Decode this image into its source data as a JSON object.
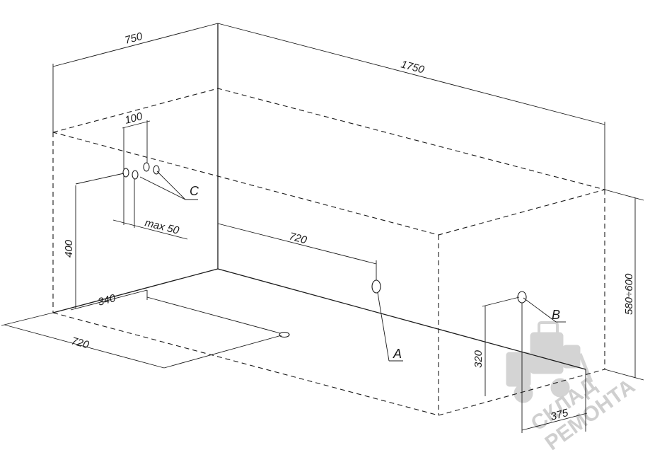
{
  "dimensions": {
    "width": "750",
    "length": "1750",
    "height": "580÷600",
    "pipe_spacing": "100",
    "pipe_offset": "max 50",
    "mixer_height": "400",
    "drain_long": "720",
    "drain_short": "340",
    "side_720": "720",
    "overflow_height": "320",
    "overflow_offset": "375"
  },
  "labels": {
    "a": "A",
    "b": "B",
    "c": "C"
  },
  "watermark": {
    "line1": "СКЛАД",
    "line2": "РЕМОНТА"
  }
}
